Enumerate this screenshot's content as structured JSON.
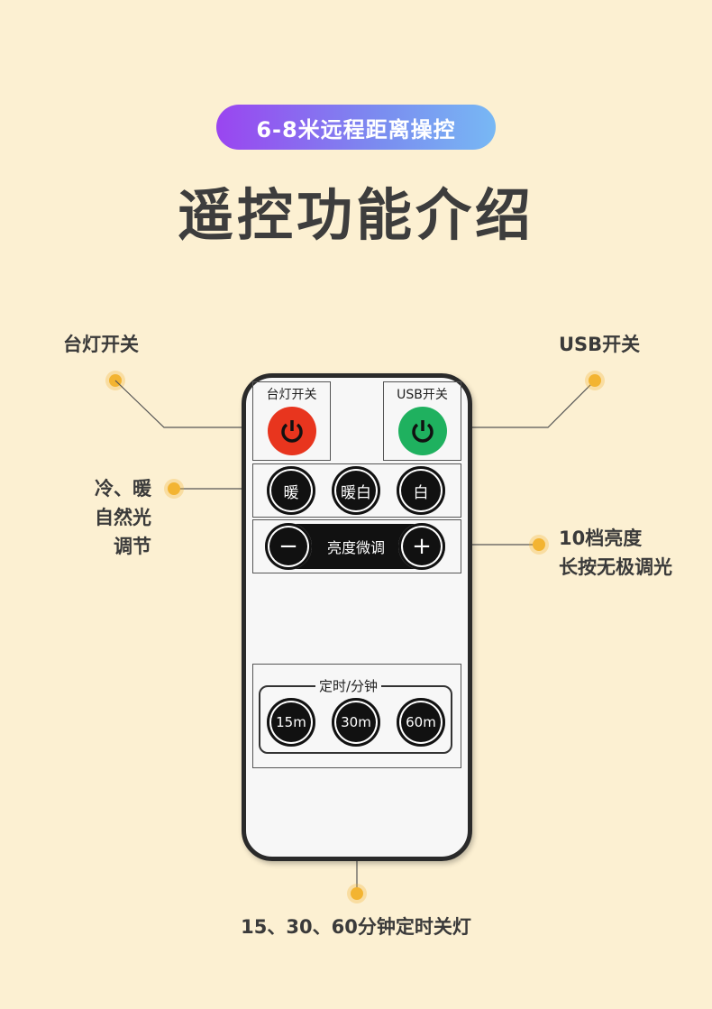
{
  "badge": "6-8米远程距离操控",
  "title": "遥控功能介绍",
  "callouts": {
    "lamp_switch": "台灯开关",
    "usb_switch": "USB开关",
    "color_temp": [
      "冷、暖",
      "自然光",
      "调节"
    ],
    "brightness": [
      "10档亮度",
      "长按无极调光"
    ],
    "timer": "15、30、60分钟定时关灯"
  },
  "remote": {
    "lamp_label": "台灯开关",
    "usb_label": "USB开关",
    "color_buttons": [
      "暖",
      "暖白",
      "白"
    ],
    "minus": "−",
    "plus": "+",
    "dimmer_label": "亮度微调",
    "timer_label": "定时/分钟",
    "timer_buttons": [
      "15m",
      "30m",
      "60m"
    ]
  },
  "colors": {
    "lamp_power": "#e8351e",
    "usb_power": "#1fb15f",
    "dot": "#f3b431"
  }
}
